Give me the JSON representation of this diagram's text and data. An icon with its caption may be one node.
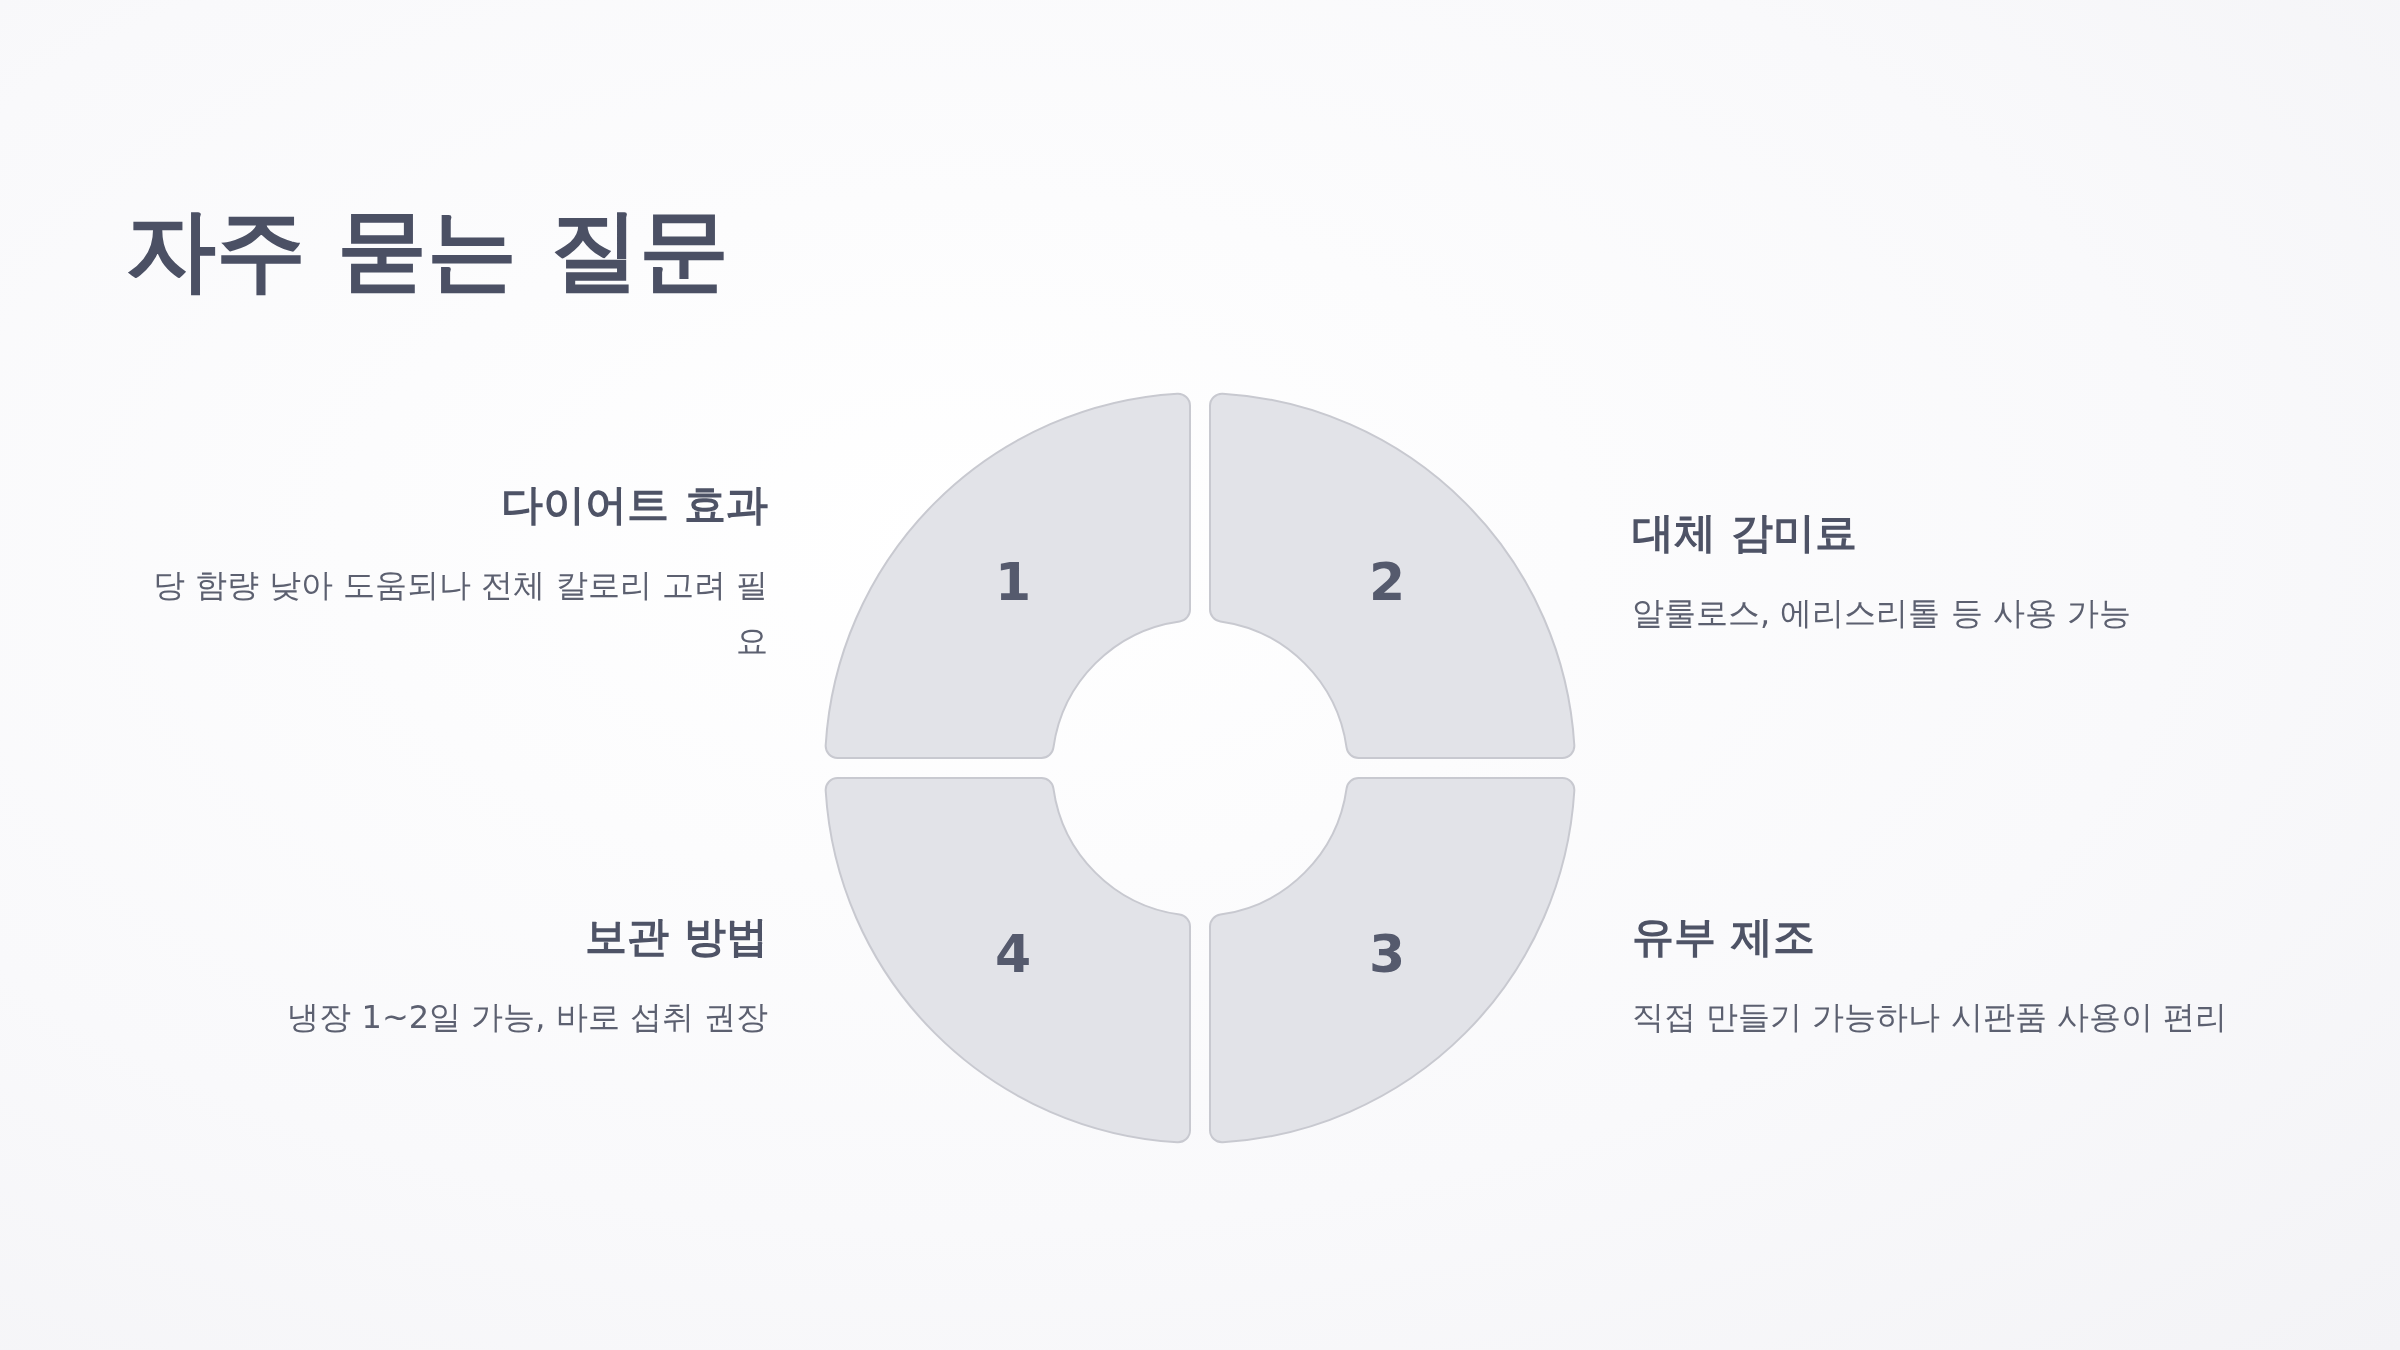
{
  "diagram": {
    "title": "자주 묻는 질문",
    "nodes": [
      {
        "text": [
          "1"
        ],
        "beside": [
          "다이어트 효과",
          "당 함량 낮아 도움되나 전체 칼로리 고려 필요"
        ]
      },
      {
        "text": [
          "2"
        ],
        "beside": [
          "대체 감미료",
          "알룰로스, 에리스리톨 등 사용 가능"
        ]
      },
      {
        "text": [
          "3"
        ],
        "beside": [
          "유부 제조",
          "직접 만들기 가능하나 시판품 사용이 편리"
        ]
      },
      {
        "text": [
          "4"
        ],
        "beside": [
          "보관 방법",
          "냉장 1~2일 가능, 바로 섭취 권장"
        ]
      }
    ]
  }
}
